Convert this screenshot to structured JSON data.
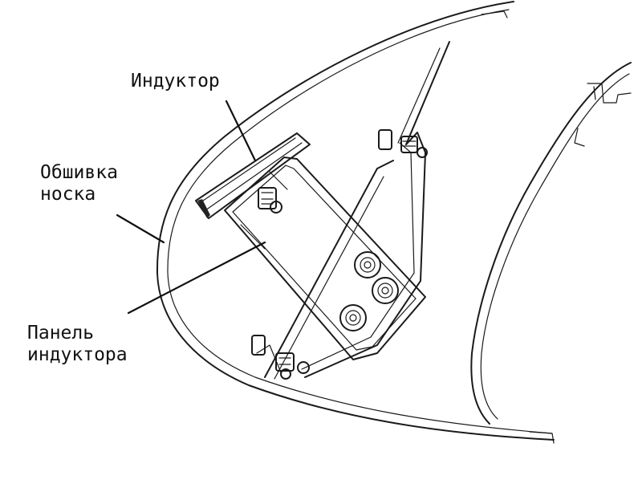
{
  "labels": {
    "inductor": "Индуктор",
    "nose_skin_line1": "Обшивка",
    "nose_skin_line2": "носка",
    "panel_line1": "Панель",
    "panel_line2": "индуктора"
  },
  "colors": {
    "line": "#1a1a1a",
    "background": "#ffffff"
  }
}
